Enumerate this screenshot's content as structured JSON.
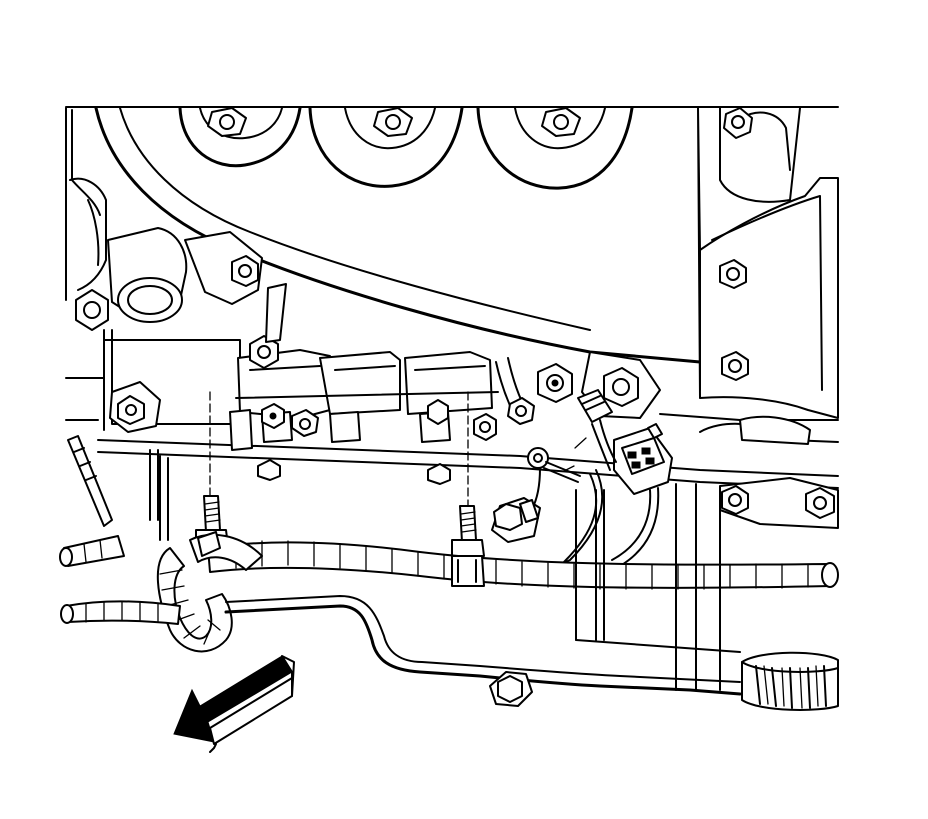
{
  "figure": {
    "line_color": "#000000",
    "background_color": "#ffffff",
    "direction_arrow": "front-arrow-icon",
    "components": [
      "engine-block",
      "exhaust-manifold-heat-shield",
      "fuel-injector-rail",
      "wiring-harness",
      "electrical-connector",
      "oil-pan",
      "oil-filter",
      "mounting-bolts"
    ]
  }
}
